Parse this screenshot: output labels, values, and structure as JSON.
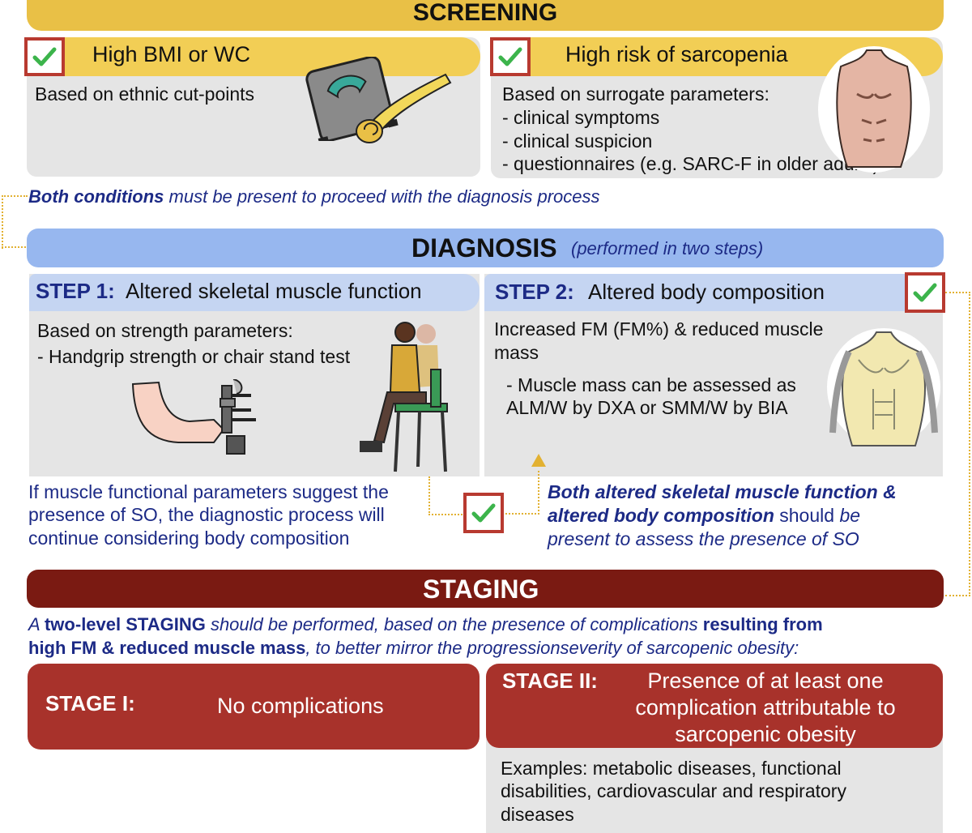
{
  "screening": {
    "title": "SCREENING",
    "left": {
      "heading": "High BMI or WC",
      "text": "Based on ethnic cut-points"
    },
    "right": {
      "heading": "High risk of sarcopenia",
      "intro": "Based on surrogate parameters:",
      "items": [
        "- clinical symptoms",
        "- clinical suspicion",
        "- questionnaires (e.g. SARC-F in older adults)"
      ]
    },
    "note_bold": "Both conditions",
    "note_rest": " must be present to proceed with the diagnosis process"
  },
  "diagnosis": {
    "title": "DIAGNOSIS",
    "subtitle": "(performed in two steps)",
    "step1": {
      "label": "STEP 1:",
      "heading": "Altered skeletal muscle function",
      "intro": "Based on strength parameters:",
      "item": "- Handgrip strength or chair stand test",
      "note_lines": [
        "If muscle functional parameters suggest the",
        "presence of SO, the diagnostic process will",
        "continue considering body composition"
      ]
    },
    "step2": {
      "label": "STEP 2:",
      "heading": "Altered body composition",
      "text_lines": [
        "Increased FM (FM%) & reduced muscle",
        "mass"
      ],
      "item_lines": [
        "- Muscle mass can be assessed as",
        "ALM/W by DXA or SMM/W by BIA"
      ],
      "note": {
        "l1_bold": "Both altered skeletal muscle function &",
        "l2_bold": "altered body composition",
        "l2_plain": " should ",
        "l2_italic": "be",
        "l3": "present to assess the presence of SO"
      }
    }
  },
  "staging": {
    "title": "STAGING",
    "intro": {
      "p1": "A ",
      "p2": "two-level STAGING",
      "p3": " should be performed, based on the presence of complications ",
      "p4": "resulting from",
      "p5": "high FM & reduced muscle mass",
      "p6": ", to better mirror the progressionseverity of sarcopenic obesity:"
    },
    "stage1": {
      "label": "STAGE I:",
      "text": "No complications"
    },
    "stage2": {
      "label": "STAGE II:",
      "text_lines": [
        "Presence of at least one",
        "complication attributable to",
        "sarcopenic obesity"
      ],
      "example_lines": [
        "Examples: metabolic diseases, functional",
        "disabilities, cardiovascular and respiratory",
        "diseases"
      ]
    }
  },
  "colors": {
    "screening_yellow": "#e9c046",
    "diagnosis_blue": "#97b7ef",
    "staging_dark_red": "#7a1a12",
    "stage_red": "#a8322b",
    "note_navy": "#1c2a86",
    "check_green": "#3cb44b"
  },
  "icons": [
    "check-icon",
    "scale-icon",
    "tape-measure-icon",
    "torso-icon",
    "handgrip-dynamometer-icon",
    "chair-stand-icon",
    "muscle-anatomy-icon",
    "arrow-icon"
  ]
}
